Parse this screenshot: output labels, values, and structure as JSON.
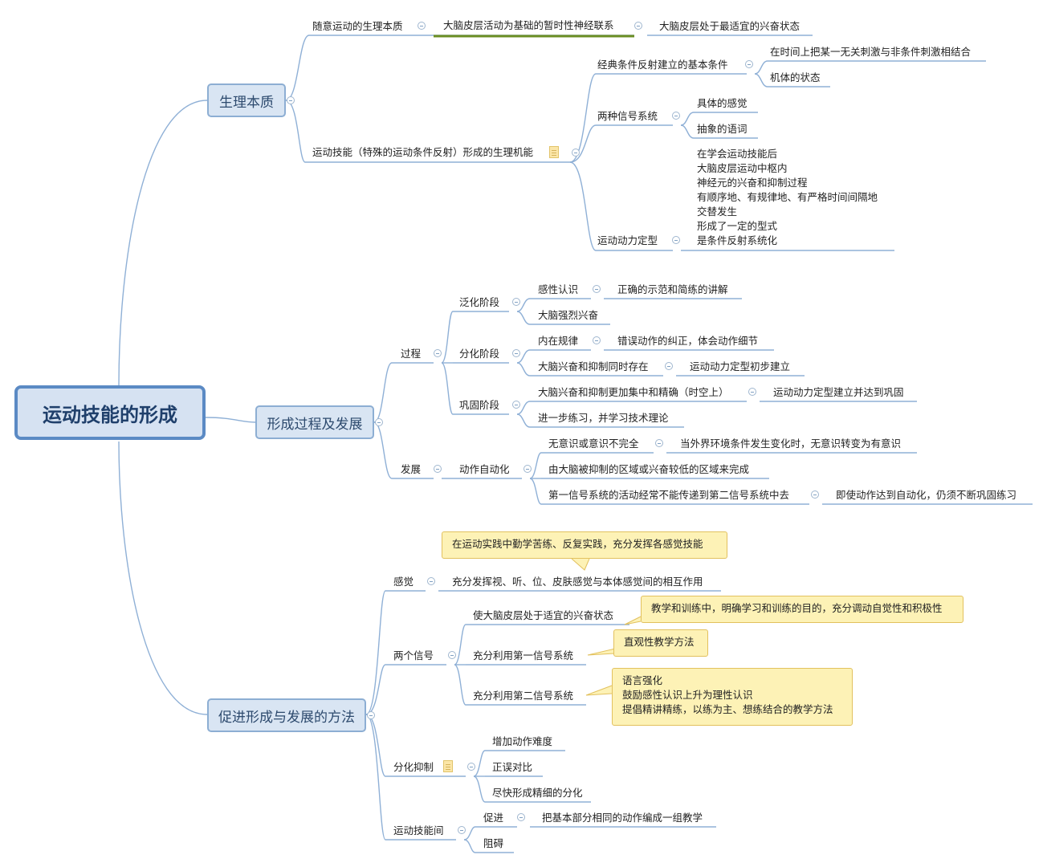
{
  "central": "运动技能的形成",
  "branches": {
    "b1": {
      "label": "生理本质",
      "n1": "随意运动的生理本质",
      "n1a": "大脑皮层活动为基础的暂时性神经联系",
      "n1b": "大脑皮层处于最适宜的兴奋状态",
      "n2": "运动技能（特殊的运动条件反射）形成的生理机能",
      "n2a": "经典条件反射建立的基本条件",
      "n2a1": "在时间上把某一无关刺激与非条件刺激相结合",
      "n2a2": "机体的状态",
      "n2b": "两种信号系统",
      "n2b1": "具体的感觉",
      "n2b2": "抽象的语词",
      "n2c": "运动动力定型",
      "n2c_lines": [
        "在学会运动技能后",
        "大脑皮层运动中枢内",
        "神经元的兴奋和抑制过程",
        "有顺序地、有规律地、有严格时间间隔地",
        "交替发生",
        "形成了一定的型式",
        "是条件反射系统化"
      ]
    },
    "b2": {
      "label": "形成过程及发展",
      "p": "过程",
      "p1": "泛化阶段",
      "p1a": "感性认识",
      "p1a1": "正确的示范和简练的讲解",
      "p1b": "大脑强烈兴奋",
      "p2": "分化阶段",
      "p2a": "内在规律",
      "p2a1": "错误动作的纠正，体会动作细节",
      "p2b": "大脑兴奋和抑制同时存在",
      "p2b1": "运动动力定型初步建立",
      "p3": "巩固阶段",
      "p3a": "大脑兴奋和抑制更加集中和精确（时空上）",
      "p3a1": "运动动力定型建立并达到巩固",
      "p3b": "进一步练习，并学习技术理论",
      "d": "发展",
      "d1": "动作自动化",
      "d1a": "无意识或意识不完全",
      "d1a1": "当外界环境条件发生变化时，无意识转变为有意识",
      "d1b": "由大脑被抑制的区域或兴奋较低的区域来完成",
      "d1c": "第一信号系统的活动经常不能传递到第二信号系统中去",
      "d1c1": "即使动作达到自动化，仍须不断巩固练习"
    },
    "b3": {
      "label": "促进形成与发展的方法",
      "s": "感觉",
      "s1": "充分发挥视、听、位、皮肤感觉与本体感觉间的相互作用",
      "s1_callout": "在运动实践中勤学苦练、反复实践，充分发挥各感觉技能",
      "g": "两个信号",
      "g1": "使大脑皮层处于适宜的兴奋状态",
      "g1_callout": "教学和训练中，明确学习和训练的目的，充分调动自觉性和积极性",
      "g2": "充分利用第一信号系统",
      "g2_callout": "直观性教学方法",
      "g3": "充分利用第二信号系统",
      "g3_callout_lines": [
        "语言强化",
        "鼓励感性认识上升为理性认识",
        "提倡精讲精练，以练为主、想练结合的教学方法"
      ],
      "f": "分化抑制",
      "f1": "增加动作难度",
      "f2": "正误对比",
      "f3": "尽快形成精细的分化",
      "m": "运动技能间",
      "m1": "促进",
      "m1a": "把基本部分相同的动作编成一组教学",
      "m2": "阻碍"
    }
  },
  "colors": {
    "line": "#7ea4cc",
    "underline": "#8fb0d6",
    "highlight_underline": "#6b8e23",
    "topic_fill": "#d9e5f3",
    "root_border": "#5b8ac4",
    "callout_fill": "#fdf2b6"
  }
}
